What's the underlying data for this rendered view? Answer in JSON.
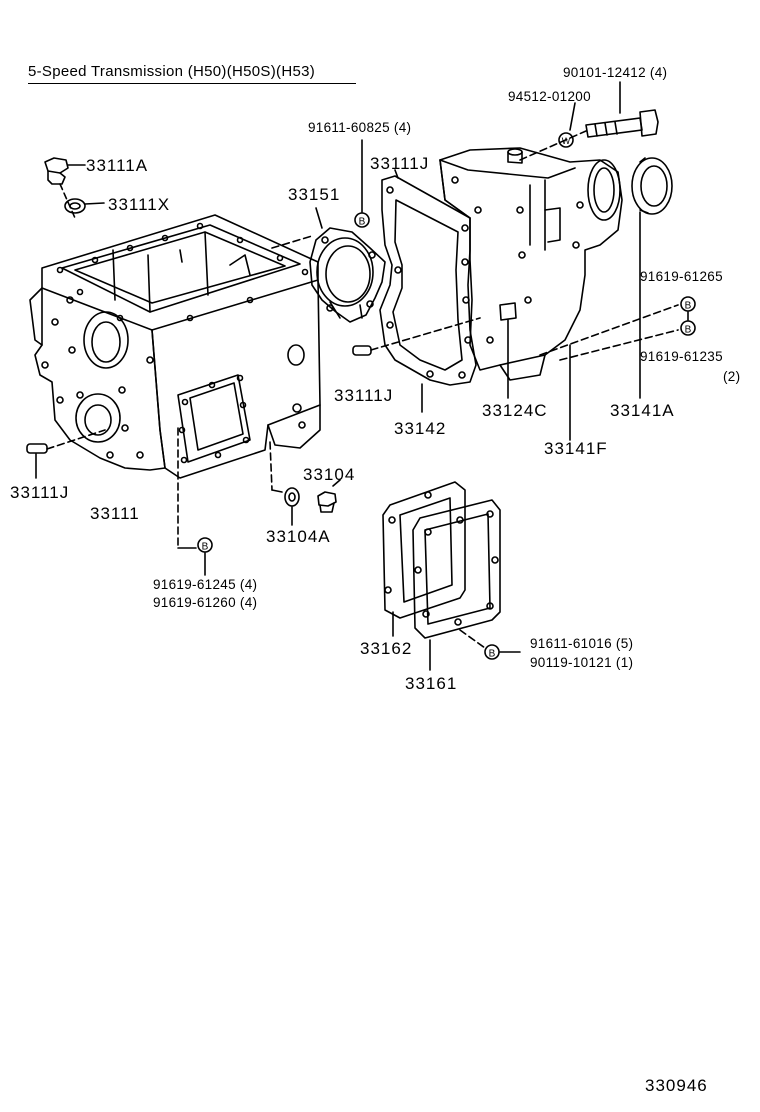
{
  "title": "5-Speed Transmission (H50)(H50S)(H53)",
  "reference_number": "330946",
  "symbols": {
    "bolt_marker": "B",
    "washer_marker": "W"
  },
  "parts": {
    "p33111A": "33111A",
    "p33111X": "33111X",
    "p33151": "33151",
    "p33111J_upper": "33111J",
    "p33111J_mid": "33111J",
    "p33111J_left": "33111J",
    "p33111": "33111",
    "p33142": "33142",
    "p33124C": "33124C",
    "p33141A": "33141A",
    "p33141F": "33141F",
    "p33104": "33104",
    "p33104A": "33104A",
    "p33162": "33162",
    "p33161": "33161",
    "b91611_60825": "91611-60825 (4)",
    "b90101_12412": "90101-12412 (4)",
    "w94512_01200": "94512-01200",
    "b91619_61265": "91619-61265",
    "b91619_61235": "91619-61235",
    "b91619_61235_qty": "(2)",
    "b91619_61245": "91619-61245 (4)",
    "b91619_61260": "91619-61260 (4)",
    "b91611_61016": "91611-61016 (5)",
    "b90119_10121": "90119-10121 (1)"
  }
}
